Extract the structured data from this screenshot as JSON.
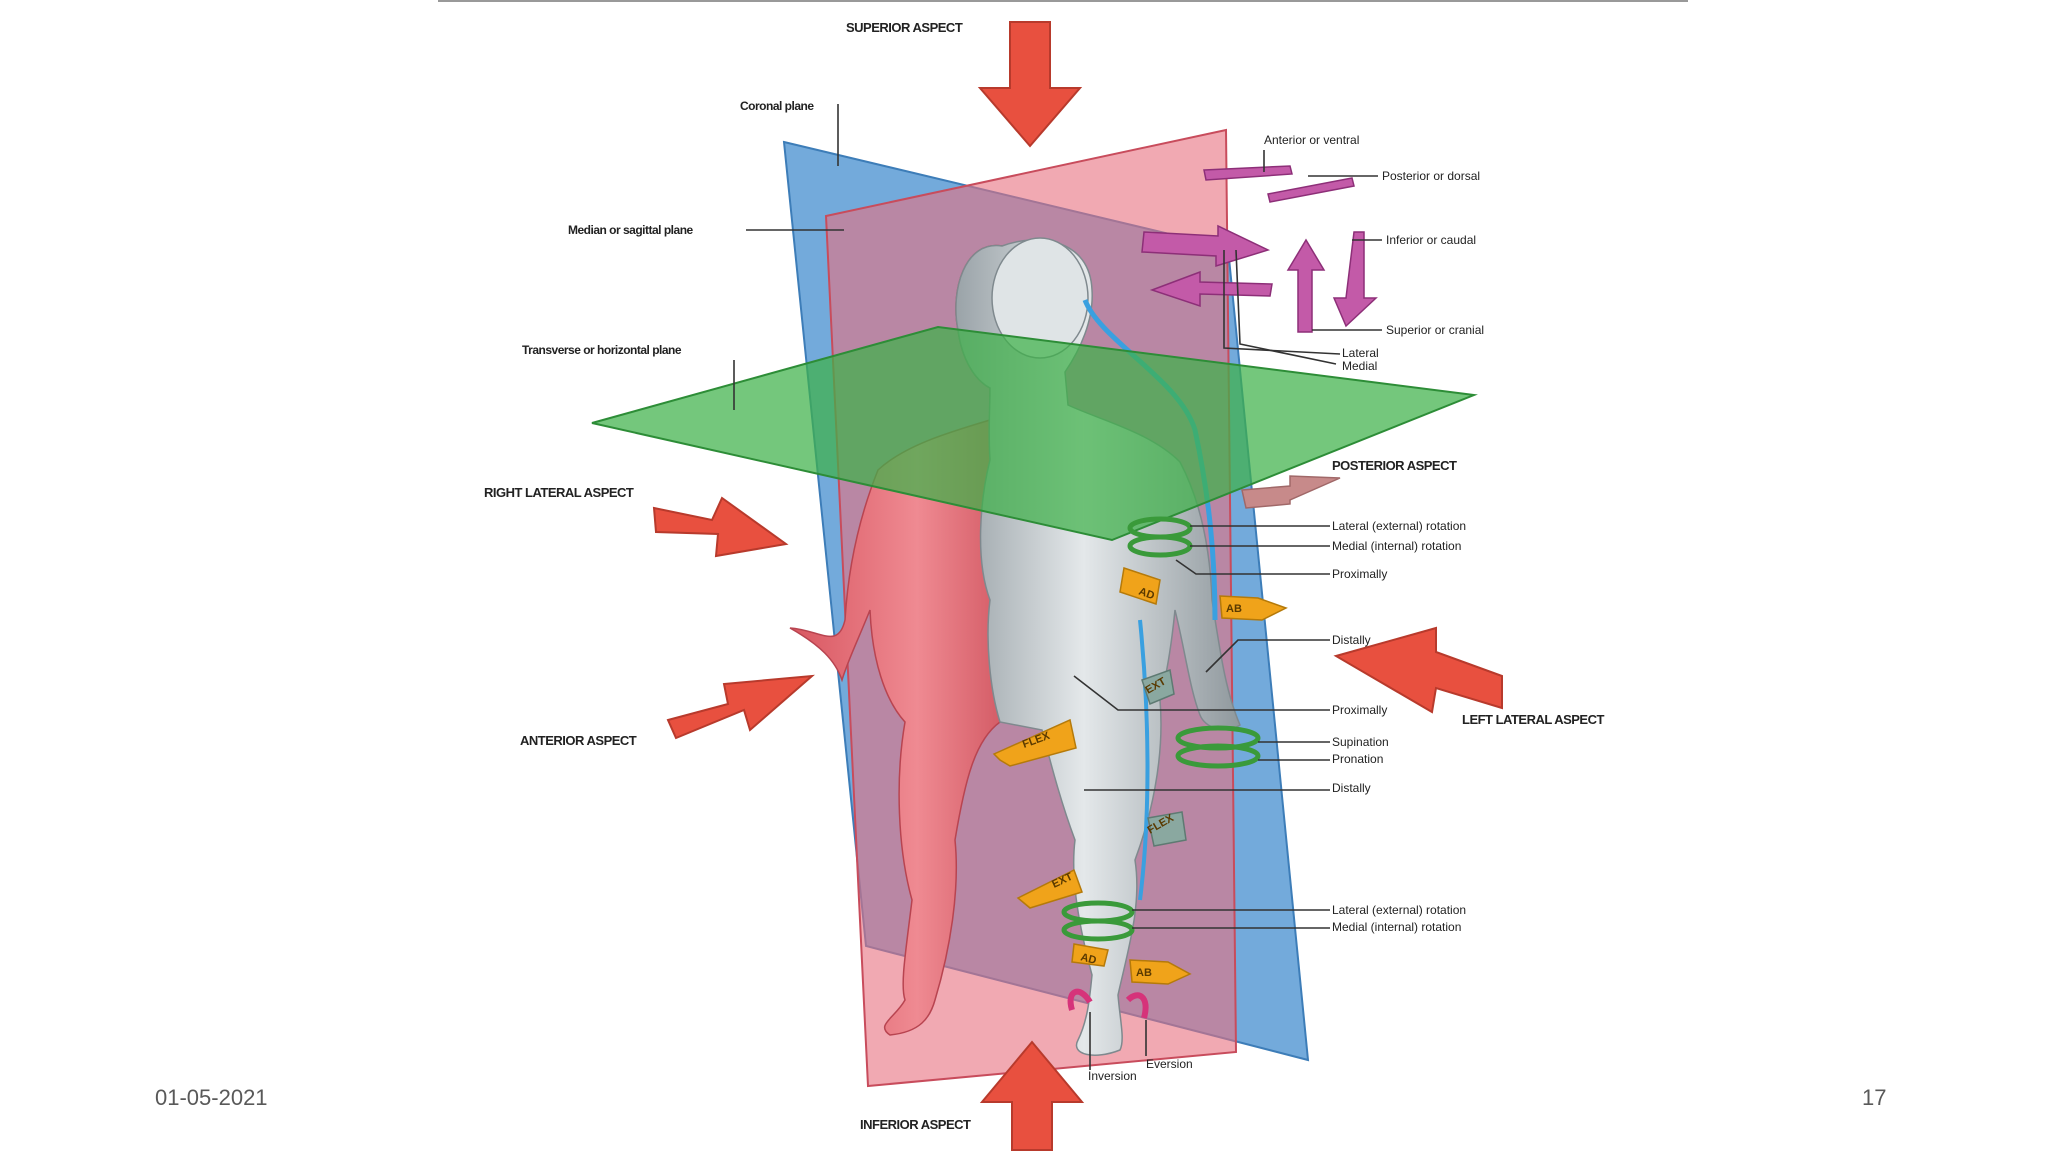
{
  "slide": {
    "date": "01-05-2021",
    "page_number": "17"
  },
  "diagram": {
    "aspects": {
      "superior": "SUPERIOR ASPECT",
      "inferior": "INFERIOR ASPECT",
      "right_lateral": "RIGHT LATERAL ASPECT",
      "left_lateral": "LEFT LATERAL ASPECT",
      "anterior": "ANTERIOR ASPECT",
      "posterior": "POSTERIOR ASPECT"
    },
    "planes": {
      "coronal": "Coronal plane",
      "median": "Median or sagittal plane",
      "transverse": "Transverse or horizontal plane"
    },
    "directions": {
      "anterior": "Anterior or ventral",
      "posterior": "Posterior or dorsal",
      "inferior": "Inferior or caudal",
      "superior": "Superior or cranial",
      "lateral": "Lateral",
      "medial": "Medial"
    },
    "movements": {
      "lat_rot_upper": "Lateral (external) rotation",
      "med_rot_upper": "Medial (internal) rotation",
      "proximally_1": "Proximally",
      "distally_1": "Distally",
      "proximally_2": "Proximally",
      "supination": "Supination",
      "pronation": "Pronation",
      "distally_2": "Distally",
      "lat_rot_lower": "Lateral (external) rotation",
      "med_rot_lower": "Medial (internal) rotation",
      "eversion": "Eversion",
      "inversion": "Inversion"
    },
    "motion_arrows": {
      "ad": "AD",
      "ab": "AB",
      "ext_arm": "EXT",
      "flex_arm": "FLEX",
      "flex_knee": "FLEX",
      "ext_knee": "EXT",
      "ad_leg": "AD",
      "ab_leg": "AB"
    },
    "colors": {
      "coronal_plane": "#5b9bd5",
      "median_plane": "#e8707e",
      "transverse_plane": "#3fb24a",
      "aspect_arrow": "#e8503f",
      "direction_arrow": "#b8409a",
      "rotation_ring": "#3a9a3a",
      "motion_arrow": "#f0a31a"
    }
  }
}
